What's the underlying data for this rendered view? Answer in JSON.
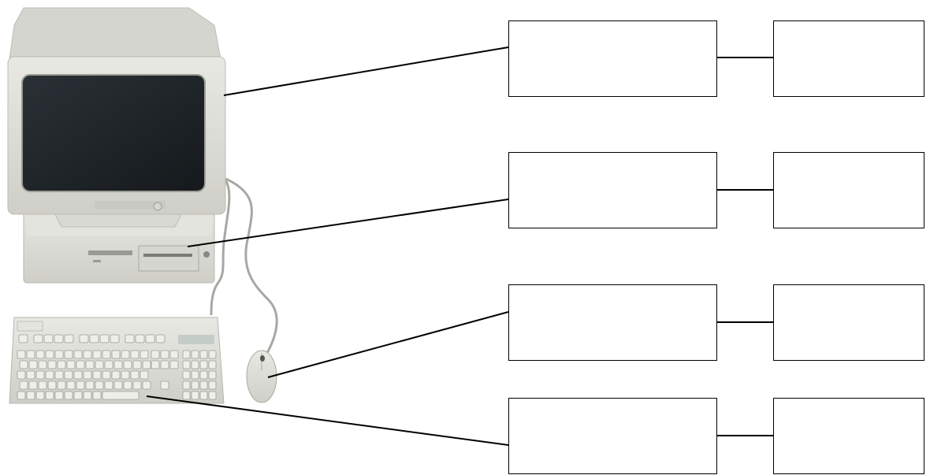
{
  "colors": {
    "line": "#000000",
    "box_border": "#000000",
    "computer_body": "#dcdcd6",
    "screen": "#1c2227"
  },
  "icons": {
    "monitor": "crt-monitor-icon",
    "case": "desktop-case-icon",
    "keyboard": "keyboard-icon",
    "mouse": "mouse-icon"
  },
  "rows": [
    {
      "target": "monitor",
      "name_text": "",
      "type_text": ""
    },
    {
      "target": "case",
      "name_text": "",
      "type_text": ""
    },
    {
      "target": "mouse",
      "name_text": "",
      "type_text": ""
    },
    {
      "target": "keyboard",
      "name_text": "",
      "type_text": ""
    }
  ]
}
